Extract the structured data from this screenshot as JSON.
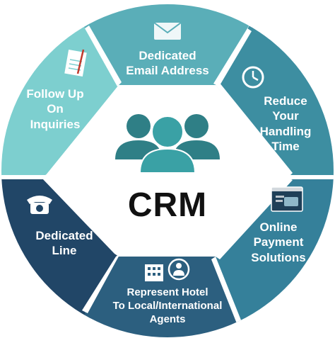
{
  "diagram": {
    "center": {
      "title": "CRM",
      "icon": "people-group-icon"
    },
    "colors": {
      "email": "#5aaeb8",
      "reduce": "#3d8ea1",
      "online": "#35809a",
      "represent": "#2c5f7f",
      "line": "#214667",
      "follow": "#7dcfcf",
      "center_people": "#3aa1a5",
      "center_people_back": "#2f7f86"
    },
    "segments": [
      {
        "id": "email",
        "lines": [
          "Dedicated",
          "Email Address"
        ],
        "icon": "envelope-icon"
      },
      {
        "id": "reduce",
        "lines": [
          "Reduce",
          "Your",
          "Handling",
          "Time"
        ],
        "icon": "clock-icon"
      },
      {
        "id": "online",
        "lines": [
          "Online",
          "Payment",
          "Solutions"
        ],
        "icon": "payment-browser-icon"
      },
      {
        "id": "represent",
        "lines": [
          "Represent Hotel",
          "To Local/International",
          "Agents"
        ],
        "icon": "hotel-agent-icon"
      },
      {
        "id": "line",
        "lines": [
          "Dedicated",
          "Line"
        ],
        "icon": "telephone-icon"
      },
      {
        "id": "follow",
        "lines": [
          "Follow Up",
          "On",
          "Inquiries"
        ],
        "icon": "notepad-icon"
      }
    ]
  }
}
